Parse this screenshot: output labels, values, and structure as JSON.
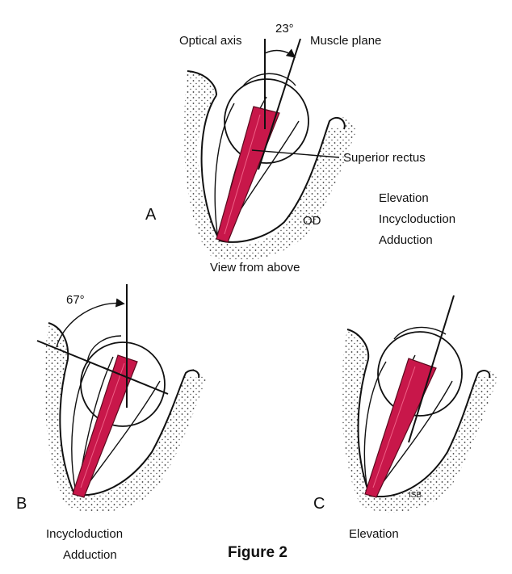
{
  "diagram": {
    "panel_a": {
      "letter": "A",
      "angle": "23°",
      "optical_axis_label": "Optical axis",
      "muscle_plane_label": "Muscle plane",
      "muscle_label": "Superior rectus",
      "eye_label": "OD",
      "view_label": "View from above",
      "actions": [
        "Elevation",
        "Incycloduction",
        "Adduction"
      ]
    },
    "panel_b": {
      "letter": "B",
      "angle": "67°",
      "actions": [
        "Incycloduction",
        "Adduction"
      ]
    },
    "panel_c": {
      "letter": "C",
      "actions": [
        "Elevation"
      ],
      "mark": "ISB"
    },
    "figure_title": "Figure 2"
  }
}
